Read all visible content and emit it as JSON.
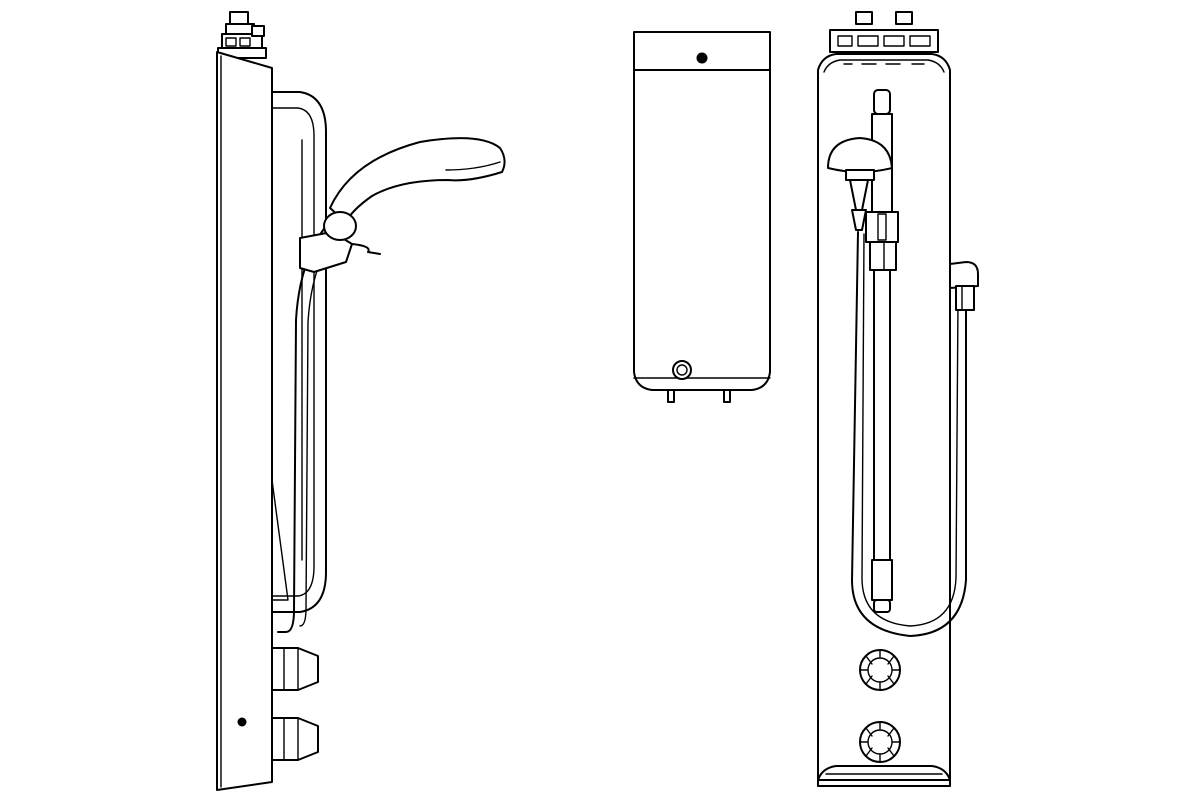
{
  "drawing": {
    "views": [
      {
        "name": "side-view",
        "icon": "shower-panel-side-view"
      },
      {
        "name": "top-view",
        "icon": "shower-panel-top-view"
      },
      {
        "name": "front-view",
        "icon": "shower-panel-front-view"
      }
    ],
    "line_color": "#000000",
    "background": "#ffffff"
  }
}
